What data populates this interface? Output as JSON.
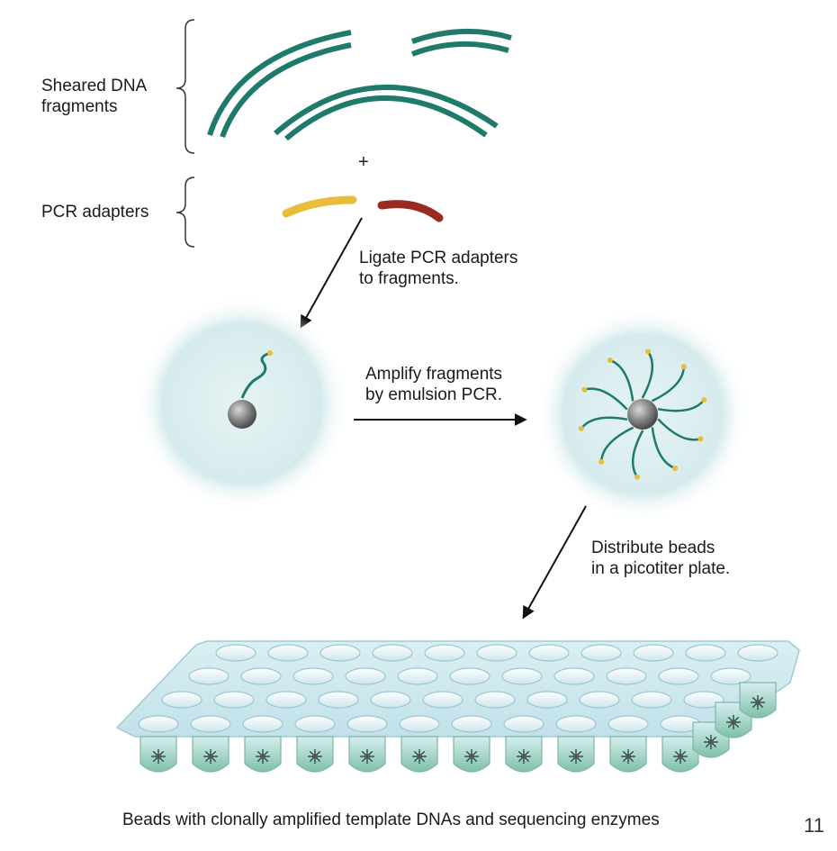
{
  "labels": {
    "sheared_dna": "Sheared DNA\nfragments",
    "pcr_adapters": "PCR adapters",
    "plus": "+",
    "ligate_step": "Ligate PCR adapters\nto fragments.",
    "amplify_step": "Amplify fragments\nby emulsion PCR.",
    "distribute_step": "Distribute beads\nin a picotiter plate.",
    "caption": "Beads with clonally amplified template DNAs and sequencing enzymes"
  },
  "page_number": "11",
  "colors": {
    "dna_strand": "#1f7a6c",
    "adapter_yellow": "#e9bd3c",
    "adapter_red": "#9b2a22",
    "droplet": "#dceef0",
    "bead": "#7d7d7d",
    "plate": "#cfe8ee",
    "well_fill": "#8fc9b2"
  }
}
